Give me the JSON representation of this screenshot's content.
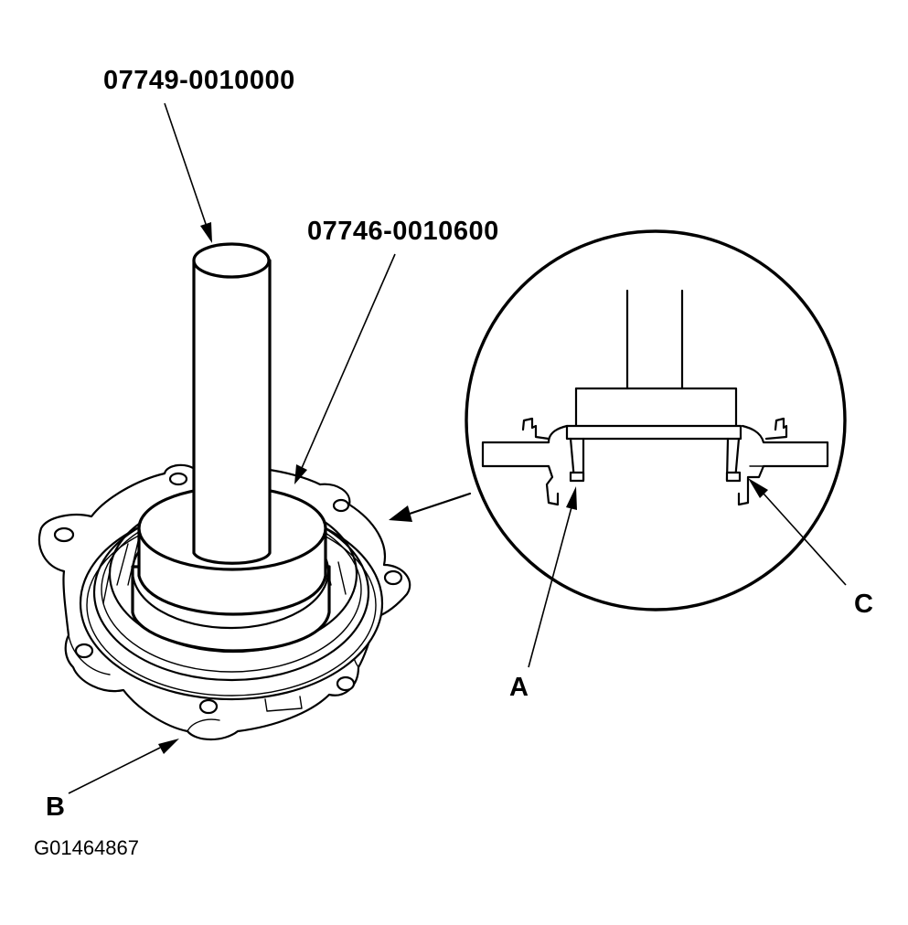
{
  "labels": {
    "tool_handle_part_number": "07749-0010000",
    "tool_driver_part_number": "07746-0010600",
    "callout_a": "A",
    "callout_b": "B",
    "callout_c": "C",
    "figure_id": "G01464867"
  },
  "colors": {
    "line": "#000000",
    "background": "#ffffff"
  }
}
